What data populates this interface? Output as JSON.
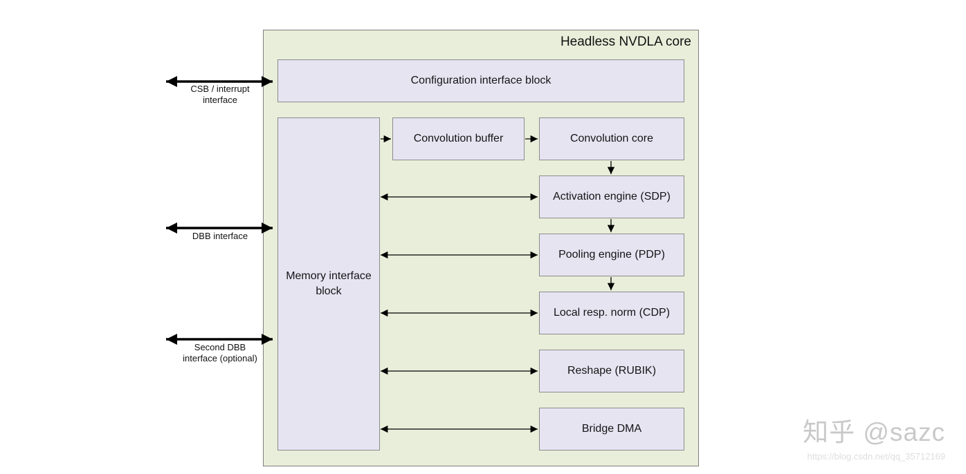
{
  "diagram": {
    "title": "Headless NVDLA core",
    "blocks": {
      "config": {
        "label": "Configuration interface block"
      },
      "memory": {
        "label": "Memory interface block"
      },
      "conv_buffer": {
        "label": "Convolution buffer"
      },
      "conv_core": {
        "label": "Convolution core"
      },
      "activation": {
        "label": "Activation engine (SDP)"
      },
      "pooling": {
        "label": "Pooling engine (PDP)"
      },
      "local_resp_norm": {
        "label": "Local resp. norm (CDP)"
      },
      "reshape": {
        "label": "Reshape (RUBIK)"
      },
      "bridge_dma": {
        "label": "Bridge DMA"
      }
    },
    "external_interfaces": {
      "csb": {
        "line1": "CSB / interrupt",
        "line2": "interface"
      },
      "dbb": {
        "line1": "DBB interface"
      },
      "second_dbb": {
        "line1": "Second DBB",
        "line2": "interface (optional)"
      }
    },
    "colors": {
      "outer_background": "#e9eeda",
      "block_background": "#e7e4f2",
      "border": "#8b8b8b",
      "arrow": "#000000"
    }
  },
  "watermark": {
    "handle": "知乎 @sazc",
    "url": "https://blog.csdn.net/qq_35712169"
  }
}
